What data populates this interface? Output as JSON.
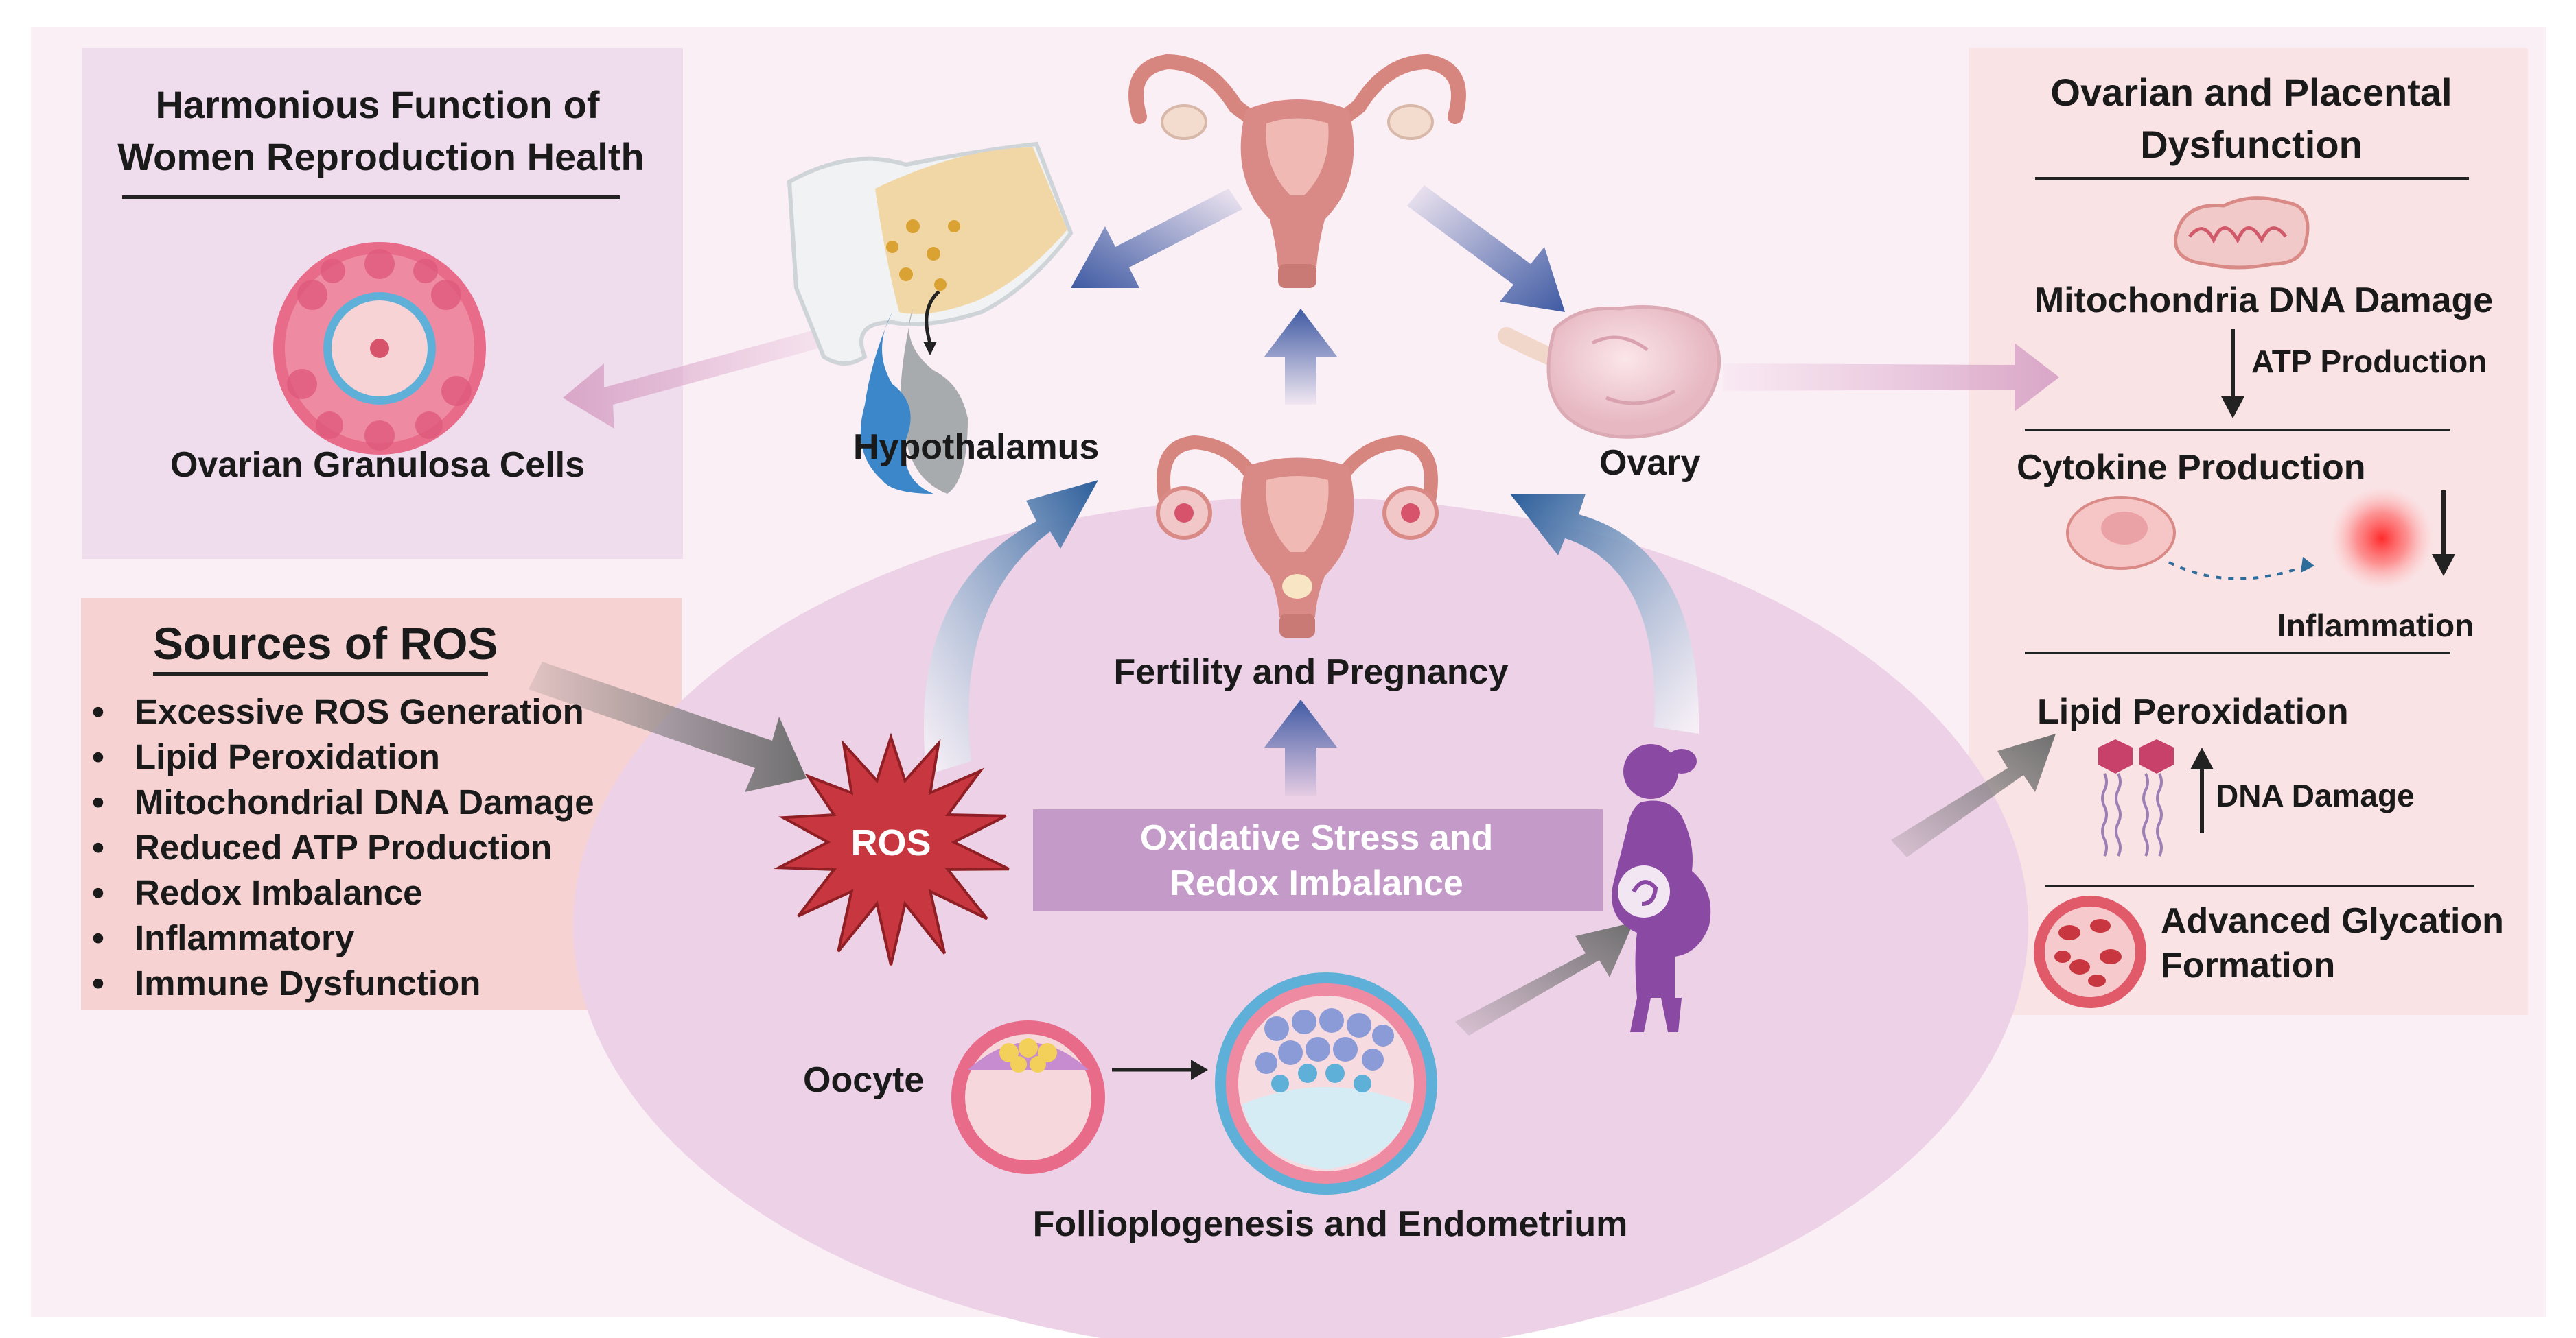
{
  "left_panel": {
    "title_line1": "Harmonious Function of",
    "title_line2": "Women Reproduction Health",
    "cell_label": "Ovarian Granulosa Cells"
  },
  "sources_panel": {
    "title": "Sources of ROS",
    "items": [
      "Excessive ROS Generation",
      "Lipid Peroxidation",
      "Mitochondrial DNA Damage",
      "Reduced ATP Production",
      "Redox Imbalance",
      "Inflammatory",
      "Immune Dysfunction"
    ]
  },
  "center": {
    "hypothalamus": "Hypothalamus",
    "ovary": "Ovary",
    "fertility": "Fertility and Pregnancy",
    "ros": "ROS",
    "stress_line1": "Oxidative Stress and",
    "stress_line2": "Redox Imbalance",
    "oocyte": "Oocyte",
    "follicle": "Follioplogenesis and Endometrium"
  },
  "right_panel": {
    "title_line1": "Ovarian and Placental",
    "title_line2": "Dysfunction",
    "mito": "Mitochondria DNA Damage",
    "atp": "ATP Production",
    "cytokine": "Cytokine Production",
    "inflammation": "Inflammation",
    "lipid": "Lipid Peroxidation",
    "dna": "DNA Damage",
    "age_line1": "Advanced Glycation",
    "age_line2": "Formation"
  },
  "colors": {
    "background": "#fbeff6",
    "left_panel": "#efdcec",
    "sources_panel": "#f6d2d2",
    "right_panel": "#fae3e5",
    "ellipse": "#edd1e6",
    "ros_star": "#c8373f",
    "stress_box": "#c49ac9",
    "blue_arrow": "#3f5aa3",
    "gray_arrow": "#7a7a7a",
    "pink_arrow": "#e1b3d2",
    "uterus": "#d98a86",
    "pregnant_figure": "#8a4aa3"
  },
  "icons": [
    "uterus-icon",
    "hypothalamus-icon",
    "ovary-icon",
    "granulosa-cell-icon",
    "pregnant-woman-icon",
    "oocyte-icon",
    "follicle-icon",
    "mitochondria-icon",
    "cytokine-cell-icon",
    "lipid-icon",
    "glycation-cell-icon"
  ]
}
